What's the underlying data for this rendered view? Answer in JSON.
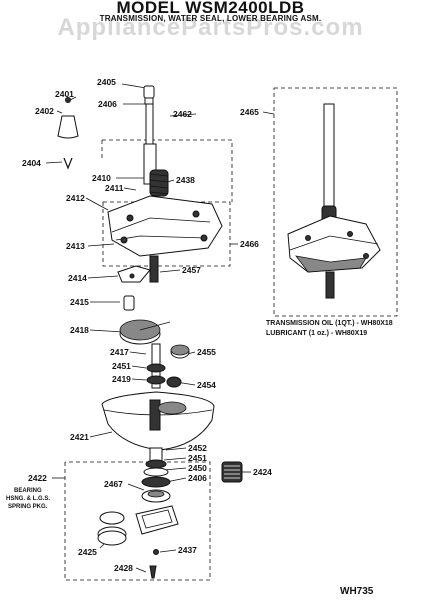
{
  "header": {
    "model": "MODEL WSM2400LDB",
    "subtitle": "TRANSMISSION, WATER SEAL, LOWER BEARING ASM."
  },
  "watermark": "AppliancePartsPros.com",
  "labels": {
    "l2405": "2405",
    "l2401": "2401",
    "l2406a": "2406",
    "l2402": "2402",
    "l2462": "2462",
    "l2465": "2465",
    "l2404": "2404",
    "l2410": "2410",
    "l2411": "2411",
    "l2438": "2438",
    "l2412": "2412",
    "l2413": "2413",
    "l2466": "2466",
    "l2414": "2414",
    "l2457": "2457",
    "l2415": "2415",
    "l2418": "2418",
    "l2417": "2417",
    "l2455": "2455",
    "l2451a": "2451",
    "l2419": "2419",
    "l2454": "2454",
    "l2421": "2421",
    "l2452": "2452",
    "l2451b": "2451",
    "l2450": "2450",
    "l2424": "2424",
    "l2422": "2422",
    "l2406b": "2406",
    "l2467": "2467",
    "l2425": "2425",
    "l2437": "2437",
    "l2428": "2428"
  },
  "notes": {
    "trans_oil": "TRANSMISSION OIL (1QT.) - WH80X18",
    "lubricant": "LUBRICANT (1 oz.) - WH80X19",
    "bearing1": "BEARING",
    "bearing2": "HSNG. & L.G.S.",
    "bearing3": "SPRING PKG."
  },
  "footer_code": "WH735"
}
